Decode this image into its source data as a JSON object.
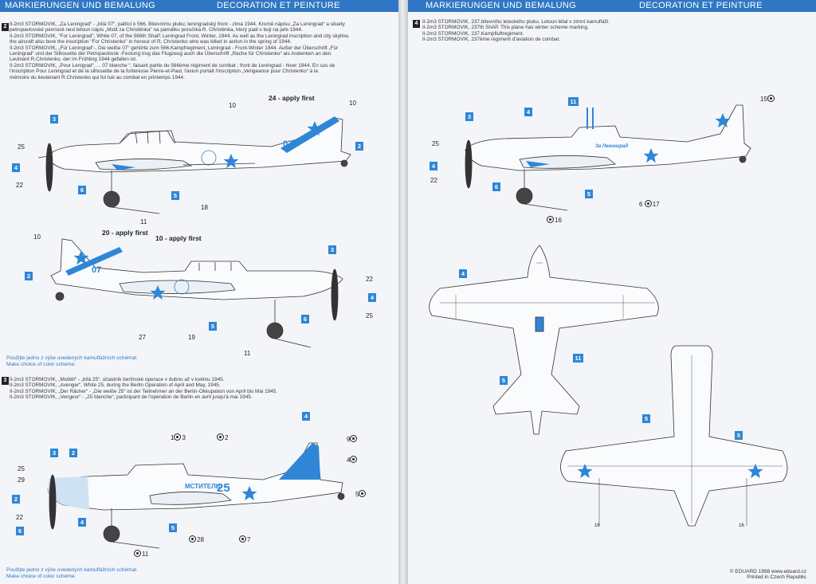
{
  "header": {
    "left_de": "MARKIERUNGEN UND BEMALUNG",
    "left_fr": "DECORATION ET PEINTURE",
    "right_de": "MARKIERUNGEN UND BEMALUNG",
    "right_fr": "DECORATION ET PEINTURE"
  },
  "scheme2": {
    "number": "2",
    "lines": [
      "Il-2m3 STORMOVIK, „Za Leningrad“ - „bílá 07“, pattící k 566. Bitevnímu pluku; leningradský front - zima 1944. Kromě nápisu „Za Leningrad“ a siluety",
      "petropavlovské pevnosti nesl letoun nápis „Mstit za Christěnka“ na památku poručíka R. Christěnka, který padl v boji na jaře 1944.",
      "Il-2m3 STORMOVIK, \"For Leningrad\", White 07, of the 566th ShaP, Leningrad Front, Winter, 1944. As well as the Leningrad inscription and city skyline,",
      "the aircraft also bore the inscription \"For Christenko\" in honour of R. Christenko who was killed in action in the spring of 1944.",
      "Il-2m3 STORMOVIK, „Für Leningrad“-, Die weiße 07“ gehörte zum 566.Kampfregiment, Leningrad - Front-Winter 1944. Außer der Überschrift „Für",
      "Leningrad“ und der Silhouette der Petropavlovsk -Festung trug das Flugzeug auch die Überschrift „Rache für Christenko“ als Andenken an den",
      "Leutnant R.Christenko, der im Frühling 1944 gefallen ist.",
      "Il-2m3 STORMOVIK, „Pour Lenigrad“, ... 07 blanche “, faisant partie du 566ème régiment de combat ; front de Leningrad - hiver 1944. En sus de",
      "l'inscription Pour Leningrad et de la silhouette de la forteresse Pierre-et-Paul, l'avion portait l'inscription „Vengeance pour Christenko“ à la",
      "mémoire du lieutenant R.Christenko qui fut tué au combat en printemps 1944."
    ]
  },
  "scheme2_note": [
    "Použijte jedno z výše uvedených kamuflážních schémat.",
    "Make choice of color scheme."
  ],
  "scheme3": {
    "number": "3",
    "lines": [
      "Il-2m3 STORMOVIK, „Mstitěl“ - „bílá 25“, účastník berlínské operace v dubnu až v květnu 1945.",
      "Il-2m3 STORMOVIK, „Avenger“, White 25, during the Berlin Operation of April and May, 1945.",
      "Il-2m3 STORMOVIK, „Der Rächer“ - „Die weiße 25“ ist der Teilnehmer an der Berlin-Okkupation von April bis Mai 1945.",
      "Il-2m3 STORMOVIK, „Vengeur“ - „25 blanche“, participant de l'opération de Berlin en avril jusqu'à mai 1945."
    ]
  },
  "scheme3_note": [
    "Použijte jedno z výše uvedených kamuflážních schémat.",
    "Make choice of color scheme."
  ],
  "scheme4": {
    "number": "4",
    "lines": [
      "Il-2m3 STORMOVIK, 237.bitevního leteckého pluku. Letoun létal v zimní kamufláži.",
      "Il-2m3 STORMOVIK, 237th ShAP. This plane has winter scheme marking.",
      "Il-2m3 STORMOVIK, 237.Kampfluftregiment.",
      "Il-2m3 STORMOVIK, 237ème régiment d'aviation de combat."
    ]
  },
  "callouts": {
    "apply24": "24 - apply first",
    "apply20": "20 - apply first",
    "apply10": "10 - apply first",
    "n10": "10",
    "n25": "25",
    "n22": "22",
    "n11": "11",
    "n18": "18",
    "n27": "27",
    "n19": "19",
    "n29": "29",
    "n28": "28",
    "n7": "7",
    "n1": "1",
    "n3": "3",
    "n2": "2",
    "n9": "9",
    "n4": "4",
    "n5": "5",
    "n15": "15",
    "n6": "6",
    "n17": "17",
    "n16": "16"
  },
  "tags": {
    "t2": "2",
    "t3": "3",
    "t4": "4",
    "t5": "5",
    "t6": "6",
    "t11": "11"
  },
  "markings": {
    "code07": "07",
    "code25": "25",
    "slogan_mstitel": "МСТИТЕЛЬ",
    "slogan_za": "За Ленинград"
  },
  "footer": {
    "copyright": "© EDUARD 1998   www.eduard.cz",
    "printed": "Printed in Czech Republic"
  },
  "colors": {
    "header_blue": "#2f77c4",
    "marking_blue": "#2f86d6",
    "paper": "#f3f5f8"
  }
}
